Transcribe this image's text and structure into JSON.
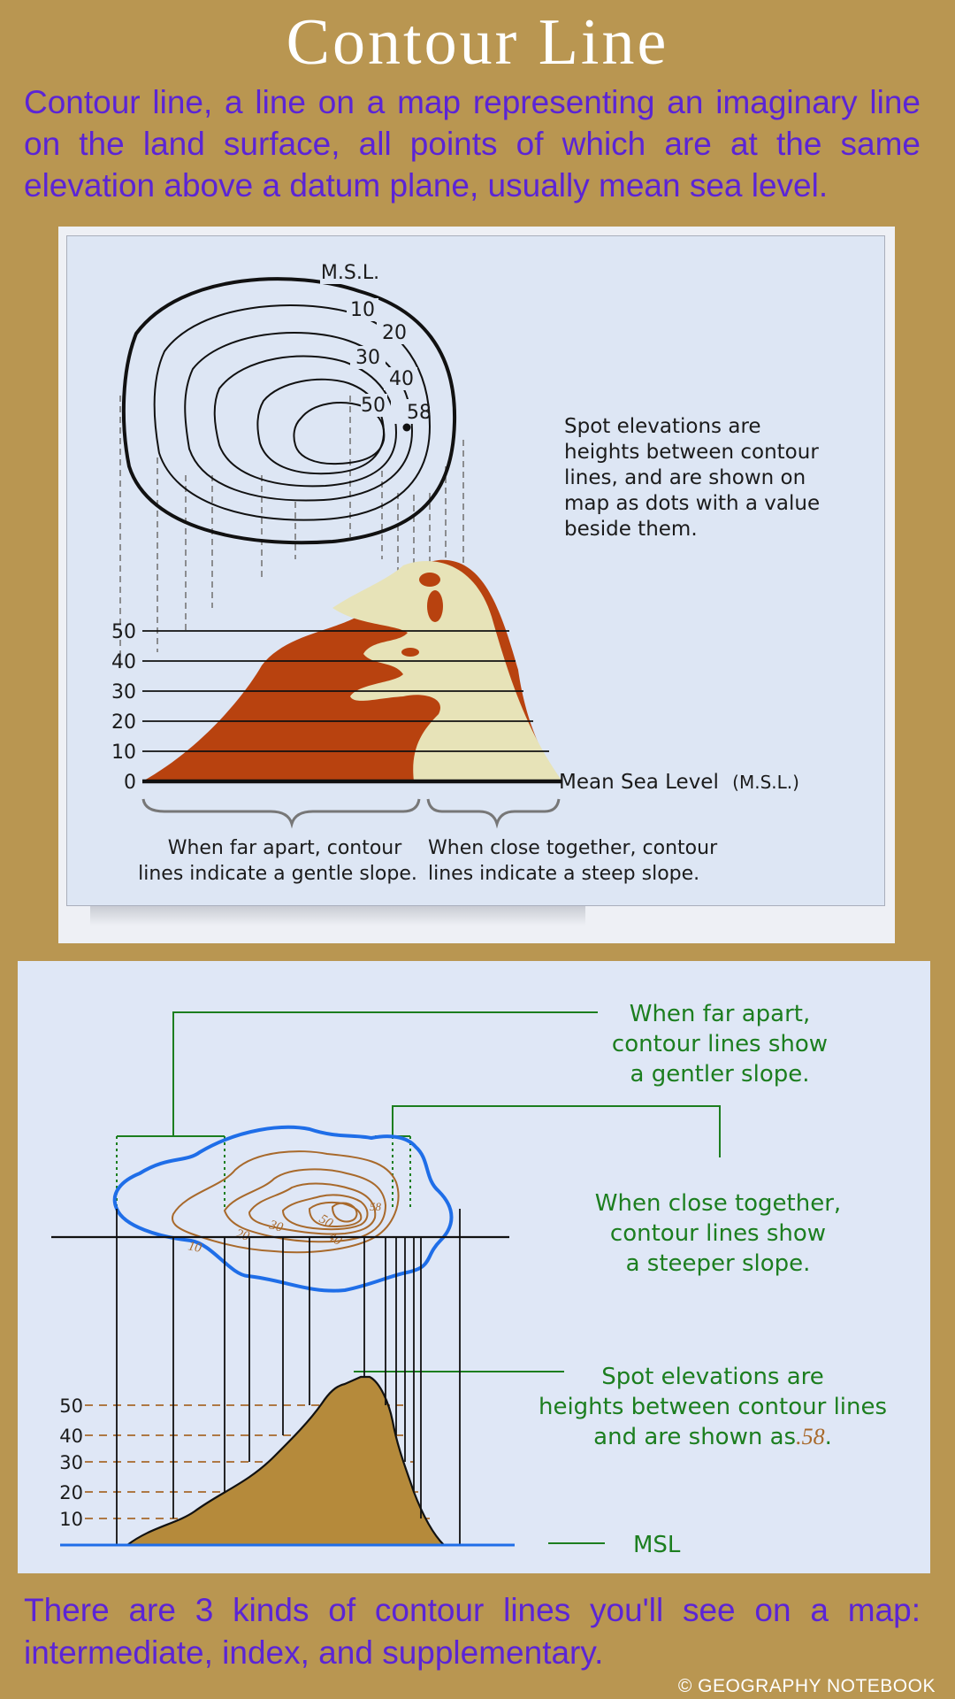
{
  "title": "Contour Line",
  "intro": "Contour line, a line on a map representing an imaginary line on the land surface, all points of which are at the same elevation above a datum plane, usually mean sea level.",
  "diagram1": {
    "contour_labels": [
      "M.S.L.",
      "10",
      "20",
      "30",
      "40",
      "50"
    ],
    "spot_value": "58",
    "spot_note": [
      "Spot elevations are",
      "heights between contour",
      "lines, and are shown on",
      "map as dots with a value",
      "beside them."
    ],
    "axis_ticks": [
      "50",
      "40",
      "30",
      "20",
      "10",
      "0"
    ],
    "msl_label": "Mean Sea Level",
    "msl_abbrev": "(M.S.L.)",
    "gentle_note": [
      "When far apart, contour",
      "lines indicate a gentle slope."
    ],
    "steep_note": [
      "When close together, contour",
      "lines indicate a steep slope."
    ]
  },
  "diagram2": {
    "gentle_note": [
      "When far apart,",
      "contour lines show",
      "a gentler slope."
    ],
    "steep_note": [
      "When close together,",
      "contour lines show",
      "a steeper slope."
    ],
    "spot_note": [
      "Spot elevations are",
      "heights between contour lines",
      "and are shown as"
    ],
    "spot_value": ".58",
    "spot_end": ".",
    "contour_labels": [
      "10",
      "20",
      "30",
      "50",
      "40",
      "58"
    ],
    "axis_ticks": [
      "50",
      "40",
      "30",
      "20",
      "10"
    ],
    "msl_label": "MSL"
  },
  "outro": "There are 3 kinds of contour lines you'll see on a map: intermediate, index, and supplementary.",
  "credit": "© GEOGRAPHY NOTEBOOK",
  "colors": {
    "background": "#b99651",
    "intro_text": "#5b24d6",
    "hill_dark": "#b8420f",
    "hill_light": "#e7e3b8",
    "hill_brown": "#b58a3b",
    "shoreline_blue": "#1f6ee8",
    "contour_brown": "#a8692b",
    "note_green": "#1c7e1f"
  }
}
